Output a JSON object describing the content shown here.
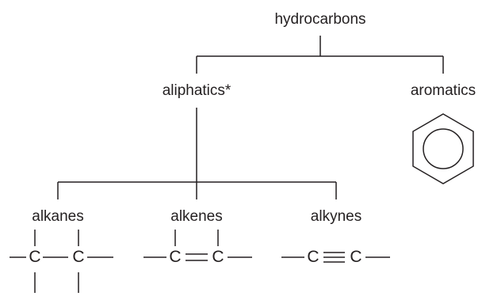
{
  "nodes": {
    "root": "hydrocarbons",
    "aliphatics": "aliphatics*",
    "aromatics": "aromatics",
    "alkanes": "alkanes",
    "alkenes": "alkenes",
    "alkynes": "alkynes"
  },
  "atoms": {
    "carbon": "C"
  },
  "structures": {
    "alkane": "single bond",
    "alkene": "double bond",
    "alkyne": "triple bond",
    "aromatic": "benzene ring"
  },
  "colors": {
    "line": "#231f20",
    "text": "#231f20",
    "background": "#ffffff"
  }
}
